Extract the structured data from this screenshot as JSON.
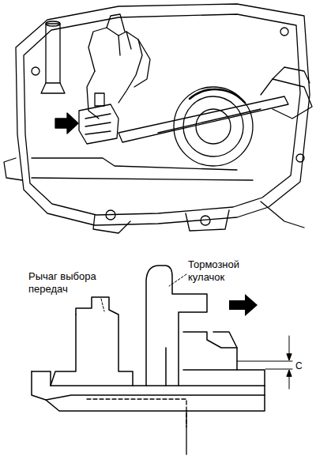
{
  "diagram": {
    "labels": [
      "Рычаг выбора передач",
      "Тормозной кулачок",
      "C"
    ]
  }
}
